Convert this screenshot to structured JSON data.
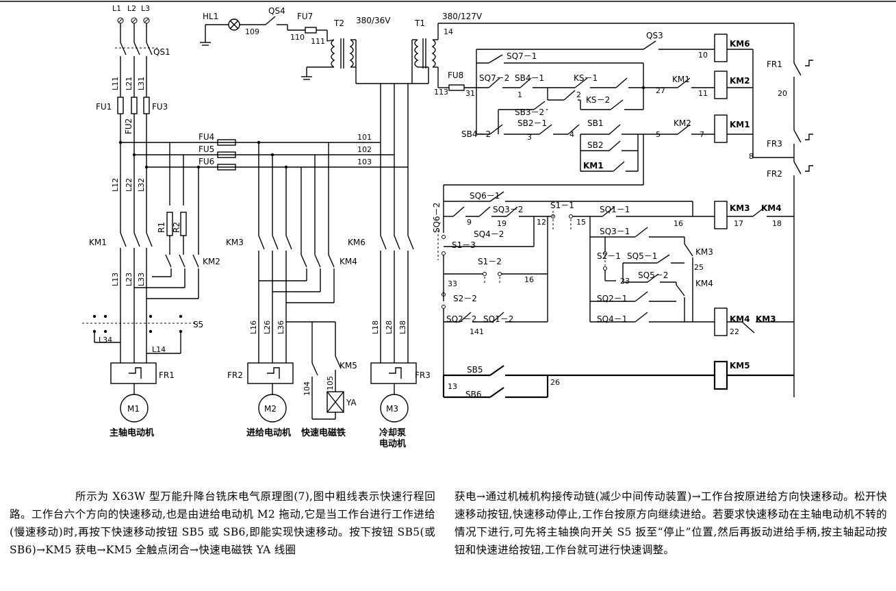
{
  "diagram": {
    "caption": {
      "spindle_motor": "主轴电动机",
      "feed_motor": "进给电动机",
      "rapid_magnet": "快速电磁铁",
      "coolant_line1": "冷却泵",
      "coolant_line2": "电动机"
    },
    "labels": {
      "l1": "L1",
      "l2": "L2",
      "l3": "L3",
      "qs1": "QS1",
      "l11": "L11",
      "l21": "L21",
      "l31": "L31",
      "fu1": "FU1",
      "fu2": "FU2",
      "fu3": "FU3",
      "l12": "L12",
      "l22": "L22",
      "l32": "L32",
      "fu4": "FU4",
      "fu5": "FU5",
      "fu6": "FU6",
      "n101": "101",
      "n102": "102",
      "n103": "103",
      "r1": "R1",
      "r2": "R2",
      "km1": "KM1",
      "km2": "KM2",
      "km3": "KM3",
      "km4": "KM4",
      "km5": "KM5",
      "km6": "KM6",
      "l13": "L13",
      "l23": "L23",
      "l33": "L33",
      "s5": "S5",
      "l34": "L34",
      "l14": "L14",
      "l16": "L16",
      "l26": "L26",
      "l36": "L36",
      "l18": "L18",
      "l28": "L28",
      "l38": "L38",
      "n104": "104",
      "n105": "105",
      "ya": "YA",
      "fr1": "FR1",
      "fr2": "FR2",
      "fr3": "FR3",
      "m1": "M1",
      "m2": "M2",
      "m3": "M3",
      "hl1": "HL1",
      "n109": "109",
      "qs4": "QS4",
      "fu7": "FU7",
      "n110": "110",
      "n111": "111",
      "t2": "T2",
      "v380_36": "380/36V",
      "t1": "T1",
      "v380_127": "380/127V",
      "n14": "14",
      "fu8": "FU8",
      "n113": "113",
      "n31": "31",
      "qs3": "QS3",
      "sq7_1": "SQ7－1",
      "sq7_2": "SQ7－2",
      "sb4_1": "SB4－1",
      "ks_1": "KS－1",
      "ks_2": "KS－2",
      "n1": "1",
      "n2": "2",
      "n27": "27",
      "n11": "11",
      "n10": "10",
      "n20": "20",
      "sb3_2": "SB3－2",
      "sb2_1": "SB2－1",
      "sb1": "SB1",
      "sb2": "SB2",
      "sb4_2": "SB4－2",
      "n3": "3",
      "n4": "4",
      "n5": "5",
      "n7": "7",
      "n8": "8",
      "sq6_1": "SQ6－1",
      "sq6_2": "SQ6－2",
      "sq3_2": "SQ3－2",
      "sq4_2": "SQ4－2",
      "s1_1": "S1－1",
      "sq1_1": "SQ1－1",
      "n9": "9",
      "n19": "19",
      "n12": "12",
      "n15": "15",
      "n16": "16",
      "n17": "17",
      "n18": "18",
      "sq3_1": "SQ3－1",
      "s1_3": "S1－3",
      "s1_2": "S1－2",
      "s2_1": "S2－1",
      "sq5_1": "SQ5－1",
      "sq5_2": "SQ5－2",
      "n25": "25",
      "n23": "23",
      "n33": "33",
      "s2_2": "S2－2",
      "sq2_1": "SQ2－1",
      "sq4_1": "SQ4－1",
      "n22": "22",
      "sq2_2": "SQ2－2",
      "sq1_2": "SQ1－2",
      "n141": "141",
      "sb5": "SB5",
      "sb6": "SB6",
      "n13": "13",
      "n26": "26"
    }
  },
  "description": {
    "left": "所示为 X63W 型万能升降台铣床电气原理图(7),图中粗线表示快速行程回路。工作台六个方向的快速移动,也是由进给电动机 M2 拖动,它是当工作台进行工作进给(慢速移动)时,再按下快速移动按钮 SB5 或 SB6,即能实现快速移动。按下按钮 SB5(或 SB6)→KM5 获电→KM5 全触点闭合→快速电磁铁 YA 线圈",
    "right": "获电→通过机械机构接传动链(减少中间传动装置)→工作台按原进给方向快速移动。松开快速移动按钮,快速移动停止,工作台按原方向继续进给。若要求快速移动在主轴电动机不转的情况下进行,可先将主轴换向开关 S5 扳至“停止”位置,然后再扳动进给手柄,按主轴起动按钮和快速进给按钮,工作台就可进行快速调整。"
  }
}
